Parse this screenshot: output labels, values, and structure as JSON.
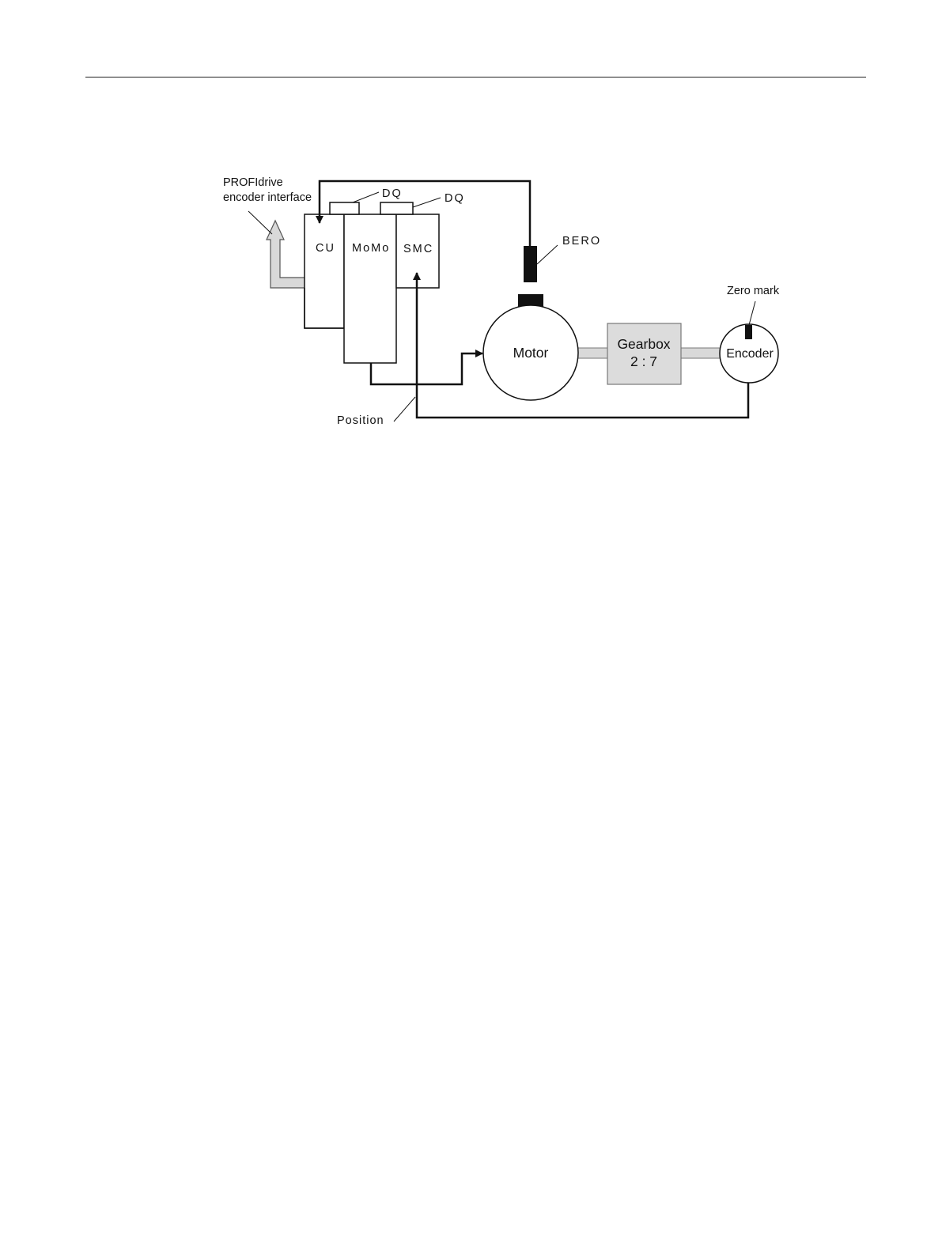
{
  "diagram": {
    "labels": {
      "profidrive_line1": "PROFIdrive",
      "profidrive_line2": "encoder interface",
      "dq_left": "DQ",
      "dq_right": "DQ",
      "cu": "CU",
      "momo": "MoMo",
      "smc": "SMC",
      "bero": "BERO",
      "zero_mark": "Zero mark",
      "motor": "Motor",
      "gearbox_line1": "Gearbox",
      "gearbox_line2": "2 : 7",
      "encoder": "Encoder",
      "position": "Position"
    },
    "colors": {
      "line": "#111111",
      "gearbox_fill": "#dcdcdc",
      "shaft_fill": "#d9d9d9",
      "arrow_fill": "#d9d9d9"
    }
  }
}
